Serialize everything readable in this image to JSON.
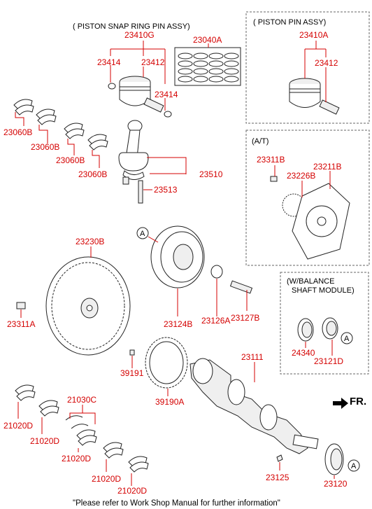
{
  "sections": {
    "piston_snap_ring": "( PISTON  SNAP RING  PIN ASSY)",
    "piston_pin_assy": "( PISTON  PIN ASSY)",
    "at": "(A/T)",
    "balance_line1": "(W/BALANCE",
    "balance_line2": "SHAFT MODULE)"
  },
  "labels": {
    "p23410G": "23410G",
    "p23040A": "23040A",
    "p23414a": "23414",
    "p23412a": "23412",
    "p23414b": "23414",
    "p23410A": "23410A",
    "p23412b": "23412",
    "p23060B_1": "23060B",
    "p23060B_2": "23060B",
    "p23060B_3": "23060B",
    "p23060B_4": "23060B",
    "p23510": "23510",
    "p23513": "23513",
    "p23311B": "23311B",
    "p23226B": "23226B",
    "p23211B": "23211B",
    "p23230B": "23230B",
    "p23311A": "23311A",
    "p23124B": "23124B",
    "p23126A": "23126A",
    "p23127B": "23127B",
    "p24340": "24340",
    "p23121D": "23121D",
    "p39191": "39191",
    "p39190A": "39190A",
    "p23111": "23111",
    "p21030C": "21030C",
    "p21020D_1": "21020D",
    "p21020D_2": "21020D",
    "p21020D_3": "21020D",
    "p21020D_4": "21020D",
    "p21020D_5": "21020D",
    "p23125": "23125",
    "p23120": "23120"
  },
  "callouts": {
    "a1": "A",
    "a2": "A",
    "a3": "A"
  },
  "direction": "FR.",
  "footer": "\"Please refer to Work Shop Manual for further information\"",
  "colors": {
    "label": "#d40000",
    "line": "#d40000",
    "part": "#222222",
    "box": "#666666"
  }
}
